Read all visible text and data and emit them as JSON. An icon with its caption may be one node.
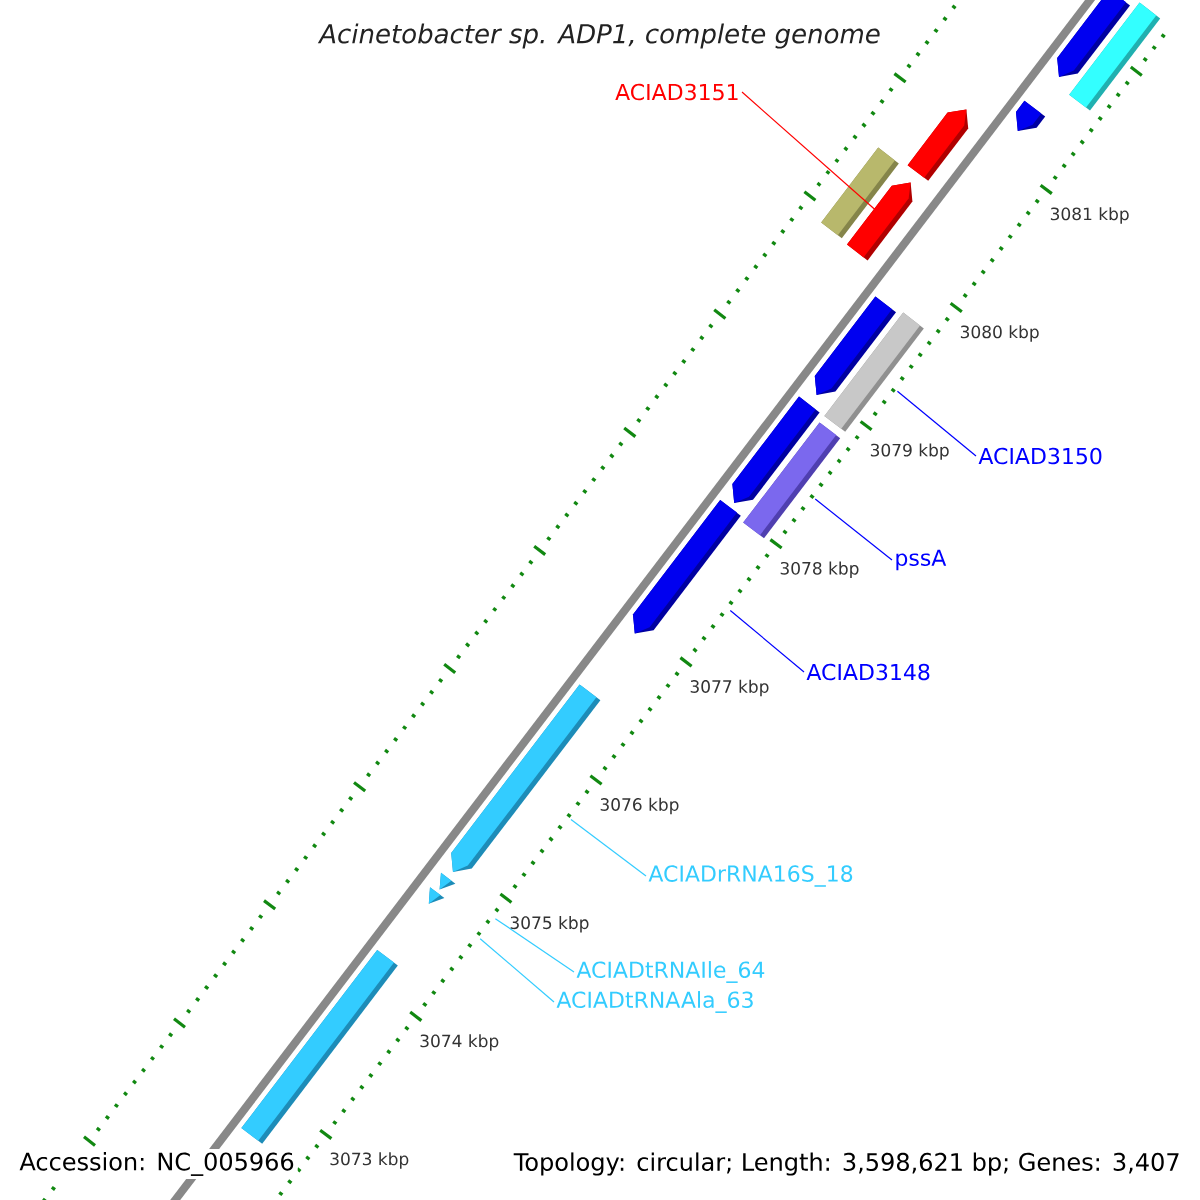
{
  "diagram": {
    "title": "Acinetobacter sp. ADP1, complete genome",
    "nodes": [
      {
        "text": [
          "ACIAD3151"
        ]
      },
      {
        "text": [],
        "shape": "arrow"
      },
      {
        "text": [],
        "shape": "bar"
      },
      {
        "text": [],
        "shape": "arrow"
      },
      {
        "text": [],
        "shape": "arrow"
      },
      {
        "text": [],
        "shape": "bar"
      },
      {
        "text": [],
        "shape": "arrow"
      },
      {
        "text": [],
        "shape": "arrow"
      },
      {
        "text": [],
        "shape": "bar"
      },
      {
        "text": [],
        "shape": "arrow"
      },
      {
        "text": [
          "ACIAD3150"
        ]
      },
      {
        "text": [],
        "shape": "bar"
      },
      {
        "text": [
          "pssA"
        ]
      },
      {
        "text": [],
        "shape": "arrow"
      },
      {
        "text": [
          "ACIAD3148"
        ]
      },
      {
        "text": [],
        "shape": "arrow"
      },
      {
        "text": [
          "ACIADrRNA16S_18"
        ]
      },
      {
        "text": [],
        "shape": "triangle"
      },
      {
        "text": [],
        "shape": "triangle"
      },
      {
        "text": [
          "ACIADtRNAIle_64"
        ]
      },
      {
        "text": [
          "ACIADtRNAAla_63"
        ]
      },
      {
        "text": [],
        "shape": "bar"
      }
    ],
    "edges": [
      {
        "from": 0,
        "to": 6,
        "arrow": "none",
        "color": "#ff0000"
      },
      {
        "from": 10,
        "to": 8,
        "arrow": "none",
        "color": "#0000ff"
      },
      {
        "from": 12,
        "to": 11,
        "arrow": "none",
        "color": "#0000ff"
      },
      {
        "from": 14,
        "to": 13,
        "arrow": "none",
        "color": "#0000ff"
      },
      {
        "from": 16,
        "to": 15,
        "arrow": "none",
        "color": "#33ccff"
      },
      {
        "from": 19,
        "to": 17,
        "arrow": "none",
        "color": "#33ccff"
      },
      {
        "from": 20,
        "to": 18,
        "arrow": "none",
        "color": "#33ccff"
      }
    ],
    "labels": [
      "3081 kbp",
      "3080 kbp",
      "3079 kbp",
      "3078 kbp",
      "3077 kbp",
      "3076 kbp",
      "3075 kbp",
      "3074 kbp",
      "3073 kbp",
      "Accession: NC_005966",
      "Topology: circular; Length: 3,598,621 bp; Genes: 3,407"
    ]
  }
}
